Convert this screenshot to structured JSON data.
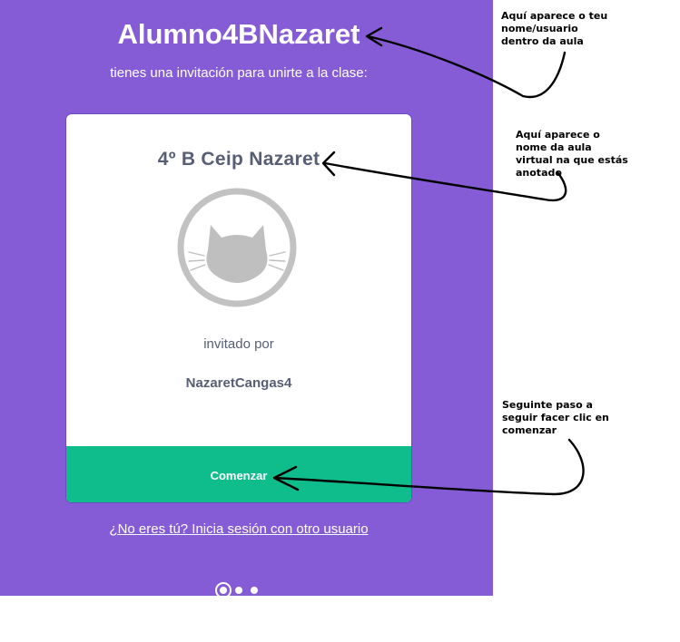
{
  "header": {
    "username": "Alumno4BNazaret",
    "invite_text": "tienes una invitación para unirte a la clase:"
  },
  "card": {
    "class_name": "4º B Ceip Nazaret",
    "avatar_icon": "cat-icon",
    "invited_by_label": "invitado por",
    "inviter_name": "NazaretCangas4",
    "start_button_label": "Comenzar"
  },
  "footer": {
    "switch_user_link": "¿No eres tú? Inicia sesión con otro usuario",
    "pagination": {
      "current": 1,
      "total": 3
    }
  },
  "annotations": {
    "username_note": [
      "Aquí aparece o teu",
      "nome/usuario",
      "dentro da aula"
    ],
    "class_note": [
      "Aquí aparece o",
      "nome da aula",
      "virtual na que estás",
      "anotado"
    ],
    "button_note": [
      "Seguinte paso a",
      "seguir facer clic  en",
      "comenzar"
    ]
  },
  "colors": {
    "background": "#855cd6",
    "button": "#0fbd8c",
    "text_gray": "#575e75"
  }
}
